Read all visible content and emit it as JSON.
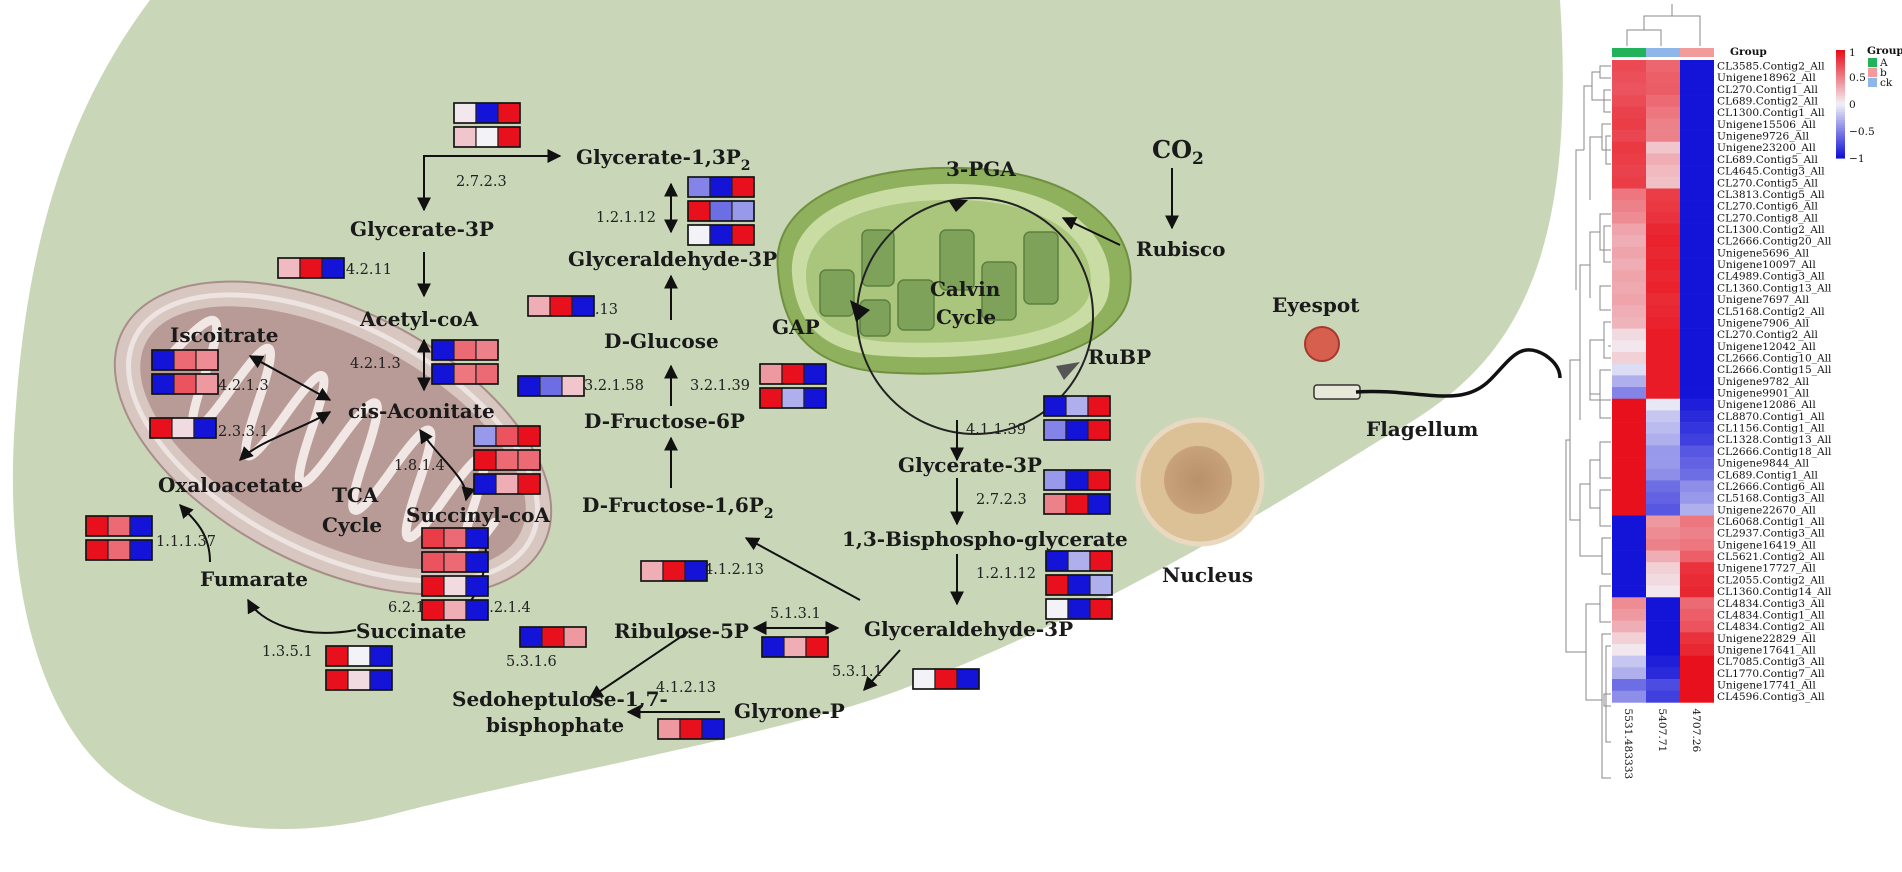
{
  "metabolites": {
    "glycerate_13p2": "Glycerate-1,3P",
    "glycerate_13p2_sub": "2",
    "glycerate_3p_top": "Glycerate-3P",
    "glyceraldehyde_3p_top": "Glyceraldehyde-3P",
    "acetyl_coa": "Acetyl-coA",
    "iscoitrate": "Iscoitrate",
    "cis_aconitate": "cis-Aconitate",
    "oxaloacetate": "Oxaloacetate",
    "succinyl_coa": "Succinyl-coA",
    "fumarate": "Fumarate",
    "succinate": "Succinate",
    "d_glucose": "D-Glucose",
    "d_fructose_6p": "D-Fructose-6P",
    "d_fructose_16p2": "D-Fructose-1,6P",
    "d_fructose_16p2_sub": "2",
    "ribulose_5p": "Ribulose-5P",
    "sedoheptulose_line1": "Sedoheptulose-1,7-",
    "sedoheptulose_line2": "bisphophate",
    "glyrone_p": "Glyrone-P",
    "glyceraldehyde_3p_bottom": "Glyceraldehyde-3P",
    "bisphospho_glycerate": "1,3-Bisphospho-glycerate",
    "glycerate_3p_right": "Glycerate-3P"
  },
  "labels": {
    "tca_line1": "TCA",
    "tca_line2": "Cycle",
    "three_pga": "3-PGA",
    "gap": "GAP",
    "calvin_line1": "Calvin",
    "calvin_line2": "Cycle",
    "rubp": "RuBP",
    "co2": "CO",
    "co2_sub": "2",
    "rubisco": "Rubisco",
    "eyespot": "Eyespot",
    "flagellum": "Flagellum",
    "nucleus": "Nucleus"
  },
  "enzymes": {
    "e2723_top": "2.7.2.3",
    "e54211": "5.4.2.11",
    "e4213_tca": "4.2.1.3",
    "e4213_left": "4.2.1.3",
    "e2331": "2.3.3.1",
    "e1814": "1.8.1.4",
    "e11137": "1.1.1.37",
    "e6215": "6.2.1.5",
    "e6214": "6.2.1.4",
    "e1351": "1.3.5.1",
    "e12112_top": "1.2.1.12",
    "e41213_a": "4.1.2.13",
    "e32158": "3.2.1.58",
    "e32139": "3.2.1.39",
    "e41213_b": "4.1.2.13",
    "e5131": "5.1.3.1",
    "e5316": "5.3.1.6",
    "e41213_c": "4.1.2.13",
    "e5311": "5.3.1.1",
    "e41139": "4.1.1.39",
    "e2723_right": "2.7.2.3",
    "e12112_right": "1.2.1.12"
  },
  "colors": {
    "cell_body": "#c9d6b8",
    "mitochondrion": "#b89a96",
    "chloroplast": "#9fc06e",
    "nucleus": "#d9bc94",
    "eyespot": "#d6604d",
    "heat_high": "#e8101c",
    "heat_mid": "#f2f2f7",
    "heat_low": "#1414d8"
  },
  "heatmap": {
    "group_header": "Group",
    "legend_title": "Group",
    "legend_groups": [
      {
        "name": "A",
        "color": "#21b25a"
      },
      {
        "name": "b",
        "color": "#f39a9a"
      },
      {
        "name": "ck",
        "color": "#8fb6e8"
      }
    ],
    "scale_ticks": [
      "1",
      "0.5",
      "0",
      "−0.5",
      "−1"
    ],
    "column_groups": [
      "#21b25a",
      "#8fb6e8",
      "#f39a9a"
    ],
    "column_labels": [
      "5531.483333",
      "5407.71",
      "4707.26"
    ],
    "rows": [
      {
        "gene": "CL3585.Contig2_All",
        "values": [
          0.75,
          0.62,
          -1
        ]
      },
      {
        "gene": "Unigene18962_All",
        "values": [
          0.72,
          0.65,
          -1
        ]
      },
      {
        "gene": "CL270.Contig1_All",
        "values": [
          0.7,
          0.66,
          -1
        ]
      },
      {
        "gene": "CL689.Contig2_All",
        "values": [
          0.74,
          0.6,
          -1
        ]
      },
      {
        "gene": "CL1300.Contig1_All",
        "values": [
          0.78,
          0.55,
          -1
        ]
      },
      {
        "gene": "Unigene15506_All",
        "values": [
          0.8,
          0.5,
          -1
        ]
      },
      {
        "gene": "Unigene9726_All",
        "values": [
          0.76,
          0.5,
          -1
        ]
      },
      {
        "gene": "Unigene23200_All",
        "values": [
          0.82,
          0.2,
          -1
        ]
      },
      {
        "gene": "CL689.Contig5_All",
        "values": [
          0.8,
          0.3,
          -1
        ]
      },
      {
        "gene": "CL4645.Contig3_All",
        "values": [
          0.78,
          0.25,
          -1
        ]
      },
      {
        "gene": "CL270.Contig5_All",
        "values": [
          0.8,
          0.22,
          -1
        ]
      },
      {
        "gene": "CL3813.Contig5_All",
        "values": [
          0.55,
          0.8,
          -1
        ]
      },
      {
        "gene": "CL270.Contig6_All",
        "values": [
          0.5,
          0.82,
          -1
        ]
      },
      {
        "gene": "CL270.Contig8_All",
        "values": [
          0.45,
          0.85,
          -1
        ]
      },
      {
        "gene": "CL1300.Contig2_All",
        "values": [
          0.35,
          0.9,
          -1
        ]
      },
      {
        "gene": "CL2666.Contig20_All",
        "values": [
          0.3,
          0.92,
          -1
        ]
      },
      {
        "gene": "Unigene5696_All",
        "values": [
          0.35,
          0.9,
          -1
        ]
      },
      {
        "gene": "Unigene10097_All",
        "values": [
          0.3,
          0.92,
          -1
        ]
      },
      {
        "gene": "CL4989.Contig3_All",
        "values": [
          0.35,
          0.9,
          -1
        ]
      },
      {
        "gene": "CL1360.Contig13_All",
        "values": [
          0.32,
          0.92,
          -1
        ]
      },
      {
        "gene": "Unigene7697_All",
        "values": [
          0.35,
          0.88,
          -1
        ]
      },
      {
        "gene": "CL5168.Contig2_All",
        "values": [
          0.3,
          0.9,
          -1
        ]
      },
      {
        "gene": "Unigene7906_All",
        "values": [
          0.28,
          0.92,
          -1
        ]
      },
      {
        "gene": "CL270.Contig2_All",
        "values": [
          0.1,
          0.95,
          -1
        ]
      },
      {
        "gene": "Unigene12042_All",
        "values": [
          0.05,
          0.95,
          -1
        ]
      },
      {
        "gene": "CL2666.Contig10_All",
        "values": [
          0.15,
          0.95,
          -1
        ]
      },
      {
        "gene": "CL2666.Contig15_All",
        "values": [
          -0.1,
          0.95,
          -1
        ]
      },
      {
        "gene": "Unigene9782_All",
        "values": [
          -0.3,
          0.95,
          -1
        ]
      },
      {
        "gene": "Unigene9901_All",
        "values": [
          -0.5,
          0.95,
          -1
        ]
      },
      {
        "gene": "Unigene12086_All",
        "values": [
          1,
          -0.05,
          -0.95
        ]
      },
      {
        "gene": "CL8870.Contig1_All",
        "values": [
          1,
          -0.2,
          -0.9
        ]
      },
      {
        "gene": "CL1156.Contig1_All",
        "values": [
          1,
          -0.25,
          -0.85
        ]
      },
      {
        "gene": "CL1328.Contig13_All",
        "values": [
          1,
          -0.3,
          -0.8
        ]
      },
      {
        "gene": "CL2666.Contig18_All",
        "values": [
          1,
          -0.4,
          -0.7
        ]
      },
      {
        "gene": "Unigene9844_All",
        "values": [
          1,
          -0.4,
          -0.65
        ]
      },
      {
        "gene": "CL689.Contig1_All",
        "values": [
          1,
          -0.45,
          -0.6
        ]
      },
      {
        "gene": "CL2666.Contig6_All",
        "values": [
          1,
          -0.6,
          -0.45
        ]
      },
      {
        "gene": "CL5168.Contig3_All",
        "values": [
          1,
          -0.65,
          -0.4
        ]
      },
      {
        "gene": "Unigene22670_All",
        "values": [
          1,
          -0.7,
          -0.3
        ]
      },
      {
        "gene": "CL6068.Contig1_All",
        "values": [
          -1,
          0.4,
          0.55
        ]
      },
      {
        "gene": "CL2937.Contig3_All",
        "values": [
          -1,
          0.45,
          0.5
        ]
      },
      {
        "gene": "Unigene16419_All",
        "values": [
          -1,
          0.5,
          0.55
        ]
      },
      {
        "gene": "CL5621.Contig2_All",
        "values": [
          -1,
          0.3,
          0.65
        ]
      },
      {
        "gene": "Unigene17727_All",
        "values": [
          -1,
          0.15,
          0.85
        ]
      },
      {
        "gene": "CL2055.Contig2_All",
        "values": [
          -1,
          0.1,
          0.88
        ]
      },
      {
        "gene": "CL1360.Contig14_All",
        "values": [
          -1,
          0.05,
          0.9
        ]
      },
      {
        "gene": "CL4834.Contig3_All",
        "values": [
          0.45,
          -1,
          0.6
        ]
      },
      {
        "gene": "CL4834.Contig1_All",
        "values": [
          0.4,
          -1,
          0.65
        ]
      },
      {
        "gene": "CL4834.Contig2_All",
        "values": [
          0.3,
          -1,
          0.7
        ]
      },
      {
        "gene": "Unigene22829_All",
        "values": [
          0.15,
          -1,
          0.85
        ]
      },
      {
        "gene": "Unigene17641_All",
        "values": [
          0.05,
          -1,
          0.9
        ]
      },
      {
        "gene": "CL7085.Contig3_All",
        "values": [
          -0.2,
          -0.95,
          1
        ]
      },
      {
        "gene": "CL1770.Contig7_All",
        "values": [
          -0.3,
          -0.9,
          1
        ]
      },
      {
        "gene": "Unigene17741_All",
        "values": [
          -0.6,
          -0.75,
          1
        ]
      },
      {
        "gene": "CL4596.Contig3_All",
        "values": [
          -0.45,
          -0.8,
          1
        ]
      }
    ]
  },
  "mini_heatmaps": [
    {
      "id": "b1",
      "rows": [
        [
          0.05,
          -1,
          1
        ],
        [
          0.2,
          0.0,
          1
        ]
      ]
    },
    {
      "id": "b2",
      "rows": [
        [
          0.25,
          1,
          -1
        ]
      ]
    },
    {
      "id": "b3",
      "rows": [
        [
          -1,
          0.6,
          0.45
        ],
        [
          -1,
          0.7,
          0.4
        ]
      ]
    },
    {
      "id": "b4",
      "rows": [
        [
          -1,
          0.6,
          0.5
        ],
        [
          -1,
          0.55,
          0.6
        ]
      ]
    },
    {
      "id": "b5",
      "rows": [
        [
          1,
          0.1,
          -1
        ]
      ]
    },
    {
      "id": "b6",
      "rows": [
        [
          -0.4,
          0.7,
          1
        ],
        [
          1,
          0.6,
          0.6
        ],
        [
          -1,
          0.3,
          1
        ]
      ]
    },
    {
      "id": "b7",
      "rows": [
        [
          1,
          0.6,
          -1
        ],
        [
          1,
          0.6,
          -1
        ]
      ]
    },
    {
      "id": "b8",
      "rows": [
        [
          0.8,
          0.6,
          -1
        ],
        [
          0.7,
          0.6,
          -1
        ],
        [
          1,
          0.1,
          -1
        ],
        [
          1,
          0.3,
          -1
        ]
      ]
    },
    {
      "id": "b9",
      "rows": [
        [
          1,
          0.0,
          -1
        ],
        [
          1,
          0.1,
          -1
        ]
      ]
    },
    {
      "id": "b10",
      "rows": [
        [
          -0.5,
          -1,
          1
        ],
        [
          1,
          -0.6,
          -0.4
        ],
        [
          0.0,
          -1,
          1
        ]
      ]
    },
    {
      "id": "b11",
      "rows": [
        [
          0.3,
          1,
          -1
        ]
      ]
    },
    {
      "id": "b12",
      "rows": [
        [
          -1,
          -0.6,
          0.2
        ]
      ]
    },
    {
      "id": "b13",
      "rows": [
        [
          0.4,
          1,
          -1
        ],
        [
          1,
          -0.3,
          -1
        ]
      ]
    },
    {
      "id": "b14",
      "rows": [
        [
          0.3,
          1,
          -1
        ]
      ]
    },
    {
      "id": "b15",
      "rows": [
        [
          -1,
          0.3,
          1
        ]
      ]
    },
    {
      "id": "b16",
      "rows": [
        [
          -1,
          1,
          0.4
        ]
      ]
    },
    {
      "id": "b17",
      "rows": [
        [
          0.4,
          1,
          -1
        ]
      ]
    },
    {
      "id": "b18",
      "rows": [
        [
          -1,
          -0.3,
          1
        ],
        [
          -0.5,
          -1,
          1
        ]
      ]
    },
    {
      "id": "b19",
      "rows": [
        [
          -0.4,
          -1,
          1
        ],
        [
          0.5,
          1,
          -1
        ]
      ]
    },
    {
      "id": "b20",
      "rows": [
        [
          -1,
          -0.3,
          1
        ],
        [
          1,
          -1,
          -0.3
        ],
        [
          0.0,
          -1,
          1
        ]
      ]
    },
    {
      "id": "b21",
      "rows": [
        [
          0.0,
          1,
          -1
        ]
      ]
    }
  ]
}
